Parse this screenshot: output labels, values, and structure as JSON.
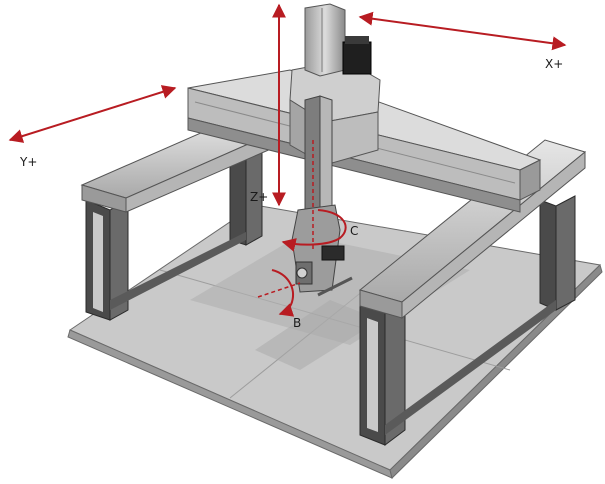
{
  "diagram": {
    "axes": {
      "x": "X+",
      "y": "Y+",
      "z": "Z+"
    },
    "rotations": {
      "b": "B",
      "c": "C"
    },
    "colors": {
      "arrow": "#b81c22",
      "frame_dark": "#3b3b3b",
      "frame_mid": "#8c8c8c",
      "frame_light": "#cfcfcf",
      "floor": "#bdbdbd",
      "floor_light": "#d6d6d6",
      "motor": "#1f1f1f"
    }
  }
}
